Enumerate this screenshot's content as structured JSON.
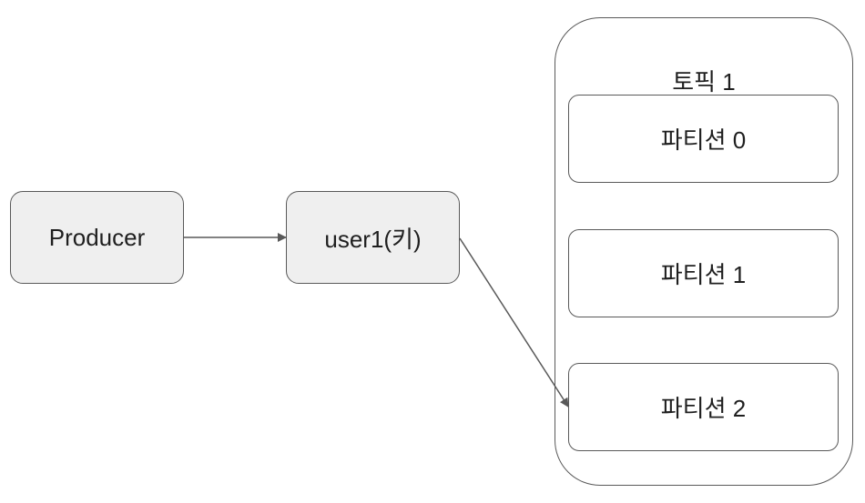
{
  "nodes": {
    "producer": "Producer",
    "key": "user1(키)"
  },
  "topic": {
    "title": "토픽 1",
    "partitions": [
      "파티션 0",
      "파티션 1",
      "파티션 2"
    ]
  },
  "colors": {
    "node_fill": "#efefef",
    "stroke": "#595959",
    "text": "#1f1f1f"
  }
}
